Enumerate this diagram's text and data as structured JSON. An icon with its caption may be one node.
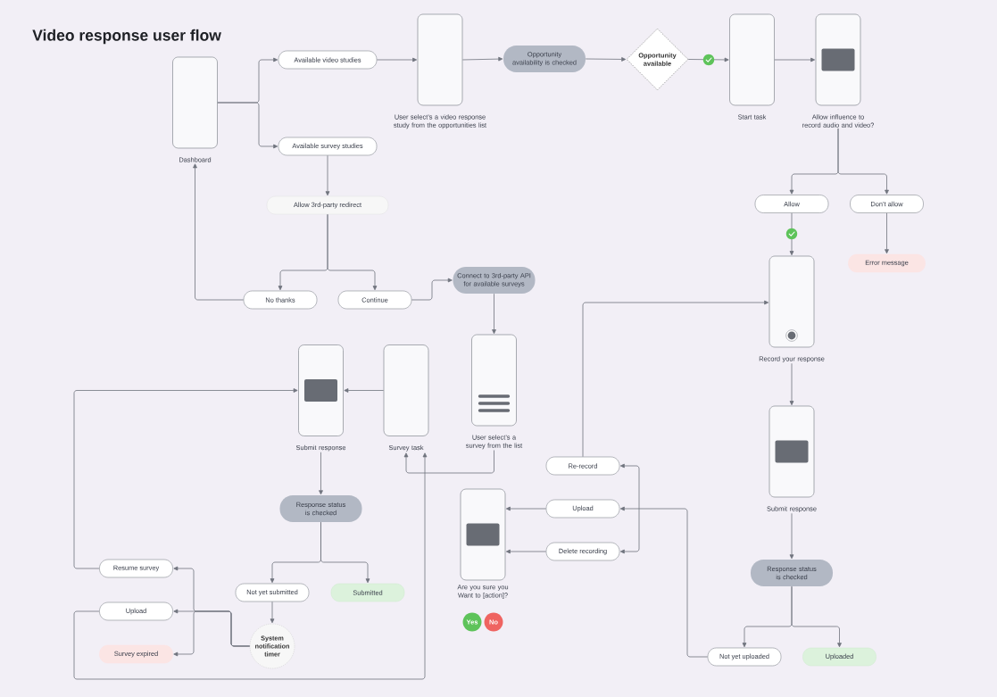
{
  "diagram": {
    "title": "Video response user flow",
    "nodes": [
      {
        "text": [],
        "shape": "box",
        "beside": [
          "Dashboard"
        ]
      },
      {
        "text": [
          "Available video studies"
        ]
      },
      {
        "text": [
          "Available survey studies"
        ]
      },
      {
        "text": [],
        "shape": "box",
        "beside": [
          "User select’s a video response study from the opportunities list"
        ]
      },
      {
        "text": [
          "Opportunity availability is checked"
        ]
      },
      {
        "text": [
          "Opportunity available"
        ]
      },
      {
        "text": [],
        "shape": "box",
        "beside": [
          "Start task"
        ]
      },
      {
        "text": [],
        "shape": "box",
        "beside": [
          "Allow influence to record audio and video?"
        ]
      },
      {
        "text": [
          "Allow"
        ]
      },
      {
        "text": [
          "Don’t allow"
        ]
      },
      {
        "text": [
          "Error message"
        ]
      },
      {
        "text": [
          "Allow 3rd-party redirect"
        ]
      },
      {
        "text": [
          "No thanks"
        ]
      },
      {
        "text": [
          "Continue"
        ]
      },
      {
        "text": [
          "Connect to 3rd-party API for available surveys"
        ]
      },
      {
        "text": [],
        "shape": "box",
        "beside": [
          "Record your response"
        ]
      },
      {
        "text": [],
        "shape": "box",
        "beside": [
          "Submit response"
        ]
      },
      {
        "text": [],
        "shape": "box",
        "beside": [
          "Survey task"
        ]
      },
      {
        "text": [],
        "shape": "box",
        "beside": [
          "User select’s a survey from the list"
        ]
      },
      {
        "text": [],
        "shape": "box",
        "beside": [
          "Submit response"
        ]
      },
      {
        "text": [
          "Re-record"
        ]
      },
      {
        "text": [
          "Upload"
        ]
      },
      {
        "text": [
          "Delete recording"
        ]
      },
      {
        "text": [],
        "shape": "box",
        "beside": [
          "Are you sure you Want to [action]?"
        ]
      },
      {
        "text": [
          "Yes"
        ]
      },
      {
        "text": [
          "No"
        ]
      },
      {
        "text": [
          "Response status is checked"
        ]
      },
      {
        "text": [
          "Resume survey"
        ]
      },
      {
        "text": [
          "Not yet submitted"
        ]
      },
      {
        "text": [
          "Submitted"
        ]
      },
      {
        "text": [
          "Upload"
        ]
      },
      {
        "text": [
          "System notification timer"
        ]
      },
      {
        "text": [
          "Survey expired"
        ]
      },
      {
        "text": [
          "Response status is checked"
        ]
      },
      {
        "text": [
          "Not yet uploaded"
        ]
      },
      {
        "text": [
          "Uploaded"
        ]
      }
    ],
    "edges": [
      {
        "from": 0,
        "to": 1,
        "arrow": "to"
      },
      {
        "from": 0,
        "to": 2,
        "arrow": "to"
      },
      {
        "from": 1,
        "to": 3,
        "arrow": "to"
      },
      {
        "from": 3,
        "to": 4,
        "arrow": "to"
      },
      {
        "from": 4,
        "to": 5,
        "arrow": "to"
      },
      {
        "from": 5,
        "to": 6,
        "arrow": "to"
      },
      {
        "from": 6,
        "to": 7,
        "arrow": "to"
      },
      {
        "from": 7,
        "to": 8,
        "arrow": "to"
      },
      {
        "from": 7,
        "to": 9,
        "arrow": "to"
      },
      {
        "from": 8,
        "to": 15,
        "arrow": "to"
      },
      {
        "from": 9,
        "to": 10,
        "arrow": "to"
      },
      {
        "from": 2,
        "to": 11,
        "arrow": "to"
      },
      {
        "from": 11,
        "to": 12,
        "arrow": "to"
      },
      {
        "from": 11,
        "to": 13,
        "arrow": "to"
      },
      {
        "from": 12,
        "to": 0,
        "arrow": "to"
      },
      {
        "from": 13,
        "to": 14,
        "arrow": "to"
      },
      {
        "from": 14,
        "to": 18,
        "arrow": "to"
      },
      {
        "from": 18,
        "to": 17,
        "arrow": "to"
      },
      {
        "from": 17,
        "to": 16,
        "arrow": "to"
      },
      {
        "from": 16,
        "to": 26,
        "arrow": "to"
      },
      {
        "from": 26,
        "to": 28,
        "arrow": "to"
      },
      {
        "from": 26,
        "to": 29,
        "arrow": "to"
      },
      {
        "from": 28,
        "to": 31,
        "arrow": "to"
      },
      {
        "from": 31,
        "to": 27,
        "arrow": "to"
      },
      {
        "from": 31,
        "to": 30,
        "arrow": "to"
      },
      {
        "from": 31,
        "to": 32,
        "arrow": "to"
      },
      {
        "from": 27,
        "to": 16,
        "arrow": "to"
      },
      {
        "from": 30,
        "to": 17,
        "arrow": "to"
      },
      {
        "from": 15,
        "to": 19,
        "arrow": "to"
      },
      {
        "from": 19,
        "to": 33,
        "arrow": "to"
      },
      {
        "from": 33,
        "to": 34,
        "arrow": "to"
      },
      {
        "from": 33,
        "to": 35,
        "arrow": "to"
      },
      {
        "from": 34,
        "to": 20,
        "arrow": "to"
      },
      {
        "from": 34,
        "to": 21,
        "arrow": "to"
      },
      {
        "from": 34,
        "to": 22,
        "arrow": "to"
      },
      {
        "from": 21,
        "to": 23,
        "arrow": "to"
      },
      {
        "from": 22,
        "to": 23,
        "arrow": "to"
      },
      {
        "from": 20,
        "to": 15,
        "arrow": "to"
      }
    ]
  }
}
